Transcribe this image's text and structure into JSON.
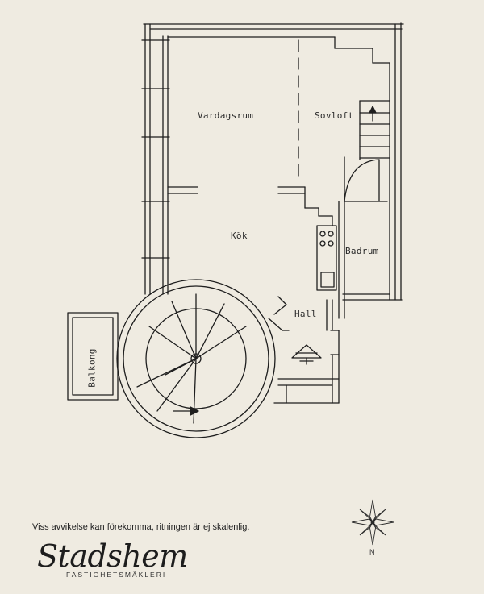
{
  "rooms": {
    "vardagsrum": "Vardagsrum",
    "sovloft": "Sovloft",
    "kok": "Kök",
    "badrum": "Badrum",
    "hall": "Hall",
    "balkong": "Balkong"
  },
  "disclaimer": "Viss avvikelse kan förekomma, ritningen är ej skalenlig.",
  "brand": {
    "name": "Stadshem",
    "tagline": "FASTIGHETSMÄKLERI"
  },
  "compass": {
    "north": "N"
  },
  "colors": {
    "paper": "#efebe1",
    "ink": "#1e1e1e"
  }
}
